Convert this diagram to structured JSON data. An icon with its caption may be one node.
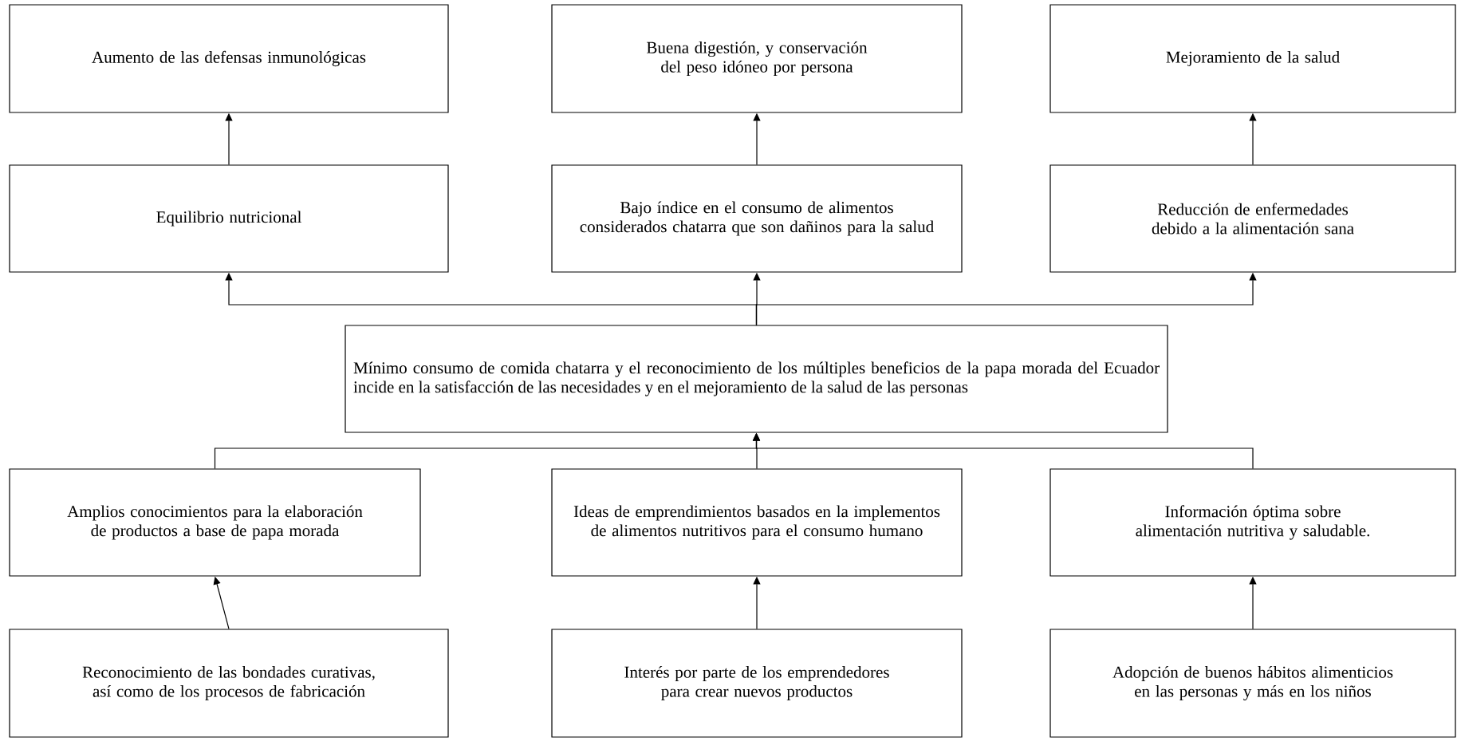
{
  "diagram": {
    "nodes": [
      {
        "text": [
          "Aumento de las defensas inmunológicas"
        ]
      },
      {
        "text": [
          "Buena digestión, y conservación del peso idóneo por persona"
        ]
      },
      {
        "text": [
          "Mejoramiento de la salud"
        ]
      },
      {
        "text": [
          "Equilibrio nutricional"
        ]
      },
      {
        "text": [
          "Bajo índice en el consumo de alimentos considerados chatarra que son dañinos para la salud"
        ]
      },
      {
        "text": [
          "Reducción de enfermedades debido a la alimentación sana"
        ]
      },
      {
        "text": [
          "Mínimo consumo de comida chatarra y el reconocimiento de los múltiples beneficios de la papa morada del Ecuador incide en la satisfacción de las necesidades y en el mejoramiento de la salud de las personas"
        ]
      },
      {
        "text": [
          "Amplios conocimientos para la elaboración de productos a base de papa morada"
        ]
      },
      {
        "text": [
          "Ideas de emprendimientos basados en la implementos de alimentos nutritivos para el consumo humano"
        ]
      },
      {
        "text": [
          "Información óptima sobre alimentación nutritiva y saludable."
        ]
      },
      {
        "text": [
          "Reconocimiento de las bondades curativas, así como de los procesos de fabricación"
        ]
      },
      {
        "text": [
          "Interés por parte de los emprendedores para crear nuevos productos"
        ]
      },
      {
        "text": [
          "Adopción de buenos hábitos alimenticios en las personas y más en los niños"
        ]
      }
    ],
    "edges": [
      {
        "from": 3,
        "to": 0,
        "arrow": "to"
      },
      {
        "from": 4,
        "to": 1,
        "arrow": "to"
      },
      {
        "from": 5,
        "to": 2,
        "arrow": "to"
      },
      {
        "from": 6,
        "to": 3,
        "arrow": "to"
      },
      {
        "from": 6,
        "to": 4,
        "arrow": "to"
      },
      {
        "from": 6,
        "to": 5,
        "arrow": "to"
      },
      {
        "from": 7,
        "to": 6,
        "arrow": "to"
      },
      {
        "from": 8,
        "to": 6,
        "arrow": "to"
      },
      {
        "from": 9,
        "to": 6,
        "arrow": "to"
      },
      {
        "from": 10,
        "to": 7,
        "arrow": "to"
      },
      {
        "from": 11,
        "to": 8,
        "arrow": "to"
      },
      {
        "from": 12,
        "to": 9,
        "arrow": "to"
      }
    ]
  }
}
